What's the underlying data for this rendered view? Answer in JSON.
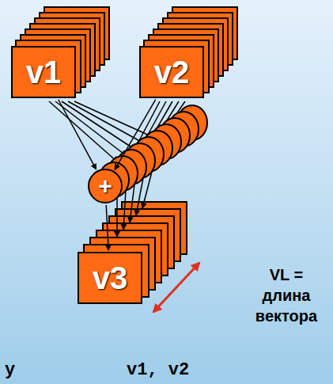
{
  "diagram": {
    "nodes": [
      {
        "text": [
          "v1"
        ]
      },
      {
        "text": [
          "v2"
        ]
      },
      {
        "text": [
          "+"
        ]
      },
      {
        "text": [
          "v3"
        ]
      }
    ],
    "edges": [
      {
        "from": 0,
        "to": 2,
        "arrow": "to"
      },
      {
        "from": 1,
        "to": 2,
        "arrow": "to"
      },
      {
        "from": 2,
        "to": 3,
        "arrow": "to"
      }
    ],
    "labels": [
      "VL = длина вектора",
      "y",
      "v1, v2"
    ]
  }
}
